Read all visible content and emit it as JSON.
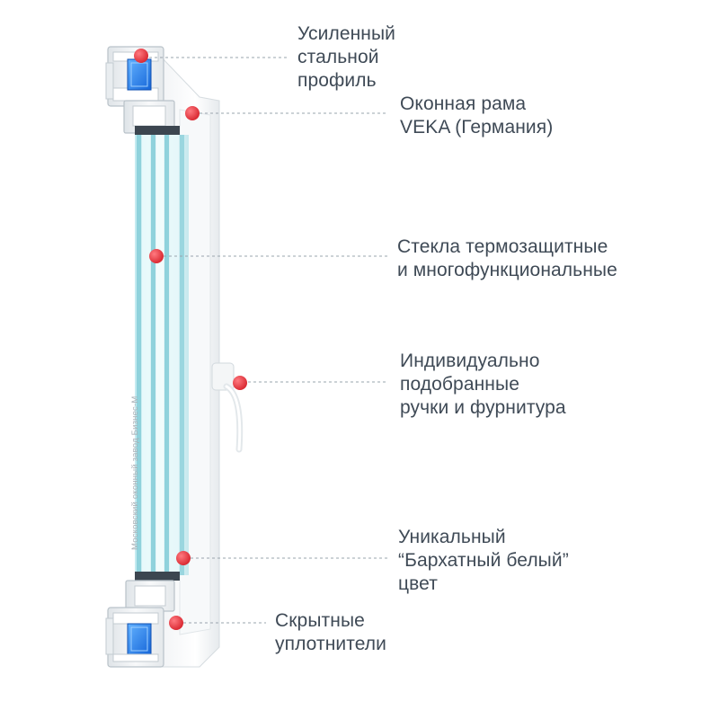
{
  "callouts": [
    {
      "id": "steel",
      "lines": [
        "Усиленный",
        "стальной",
        "профиль"
      ]
    },
    {
      "id": "frame",
      "lines": [
        "Оконная рама",
        "VEKA (Германия)"
      ]
    },
    {
      "id": "glass",
      "lines": [
        "Стекла термозащитные",
        "и многофункциональные"
      ]
    },
    {
      "id": "handle",
      "lines": [
        "Индивидуально",
        "подобранные",
        "ручки и фурнитура"
      ]
    },
    {
      "id": "color",
      "lines": [
        "Уникальный",
        "“Бархатный белый”",
        "цвет"
      ]
    },
    {
      "id": "seals",
      "lines": [
        "Скрытные",
        "уплотнители"
      ]
    }
  ],
  "watermark": "Московский оконный завод Бизнес-М",
  "colors": {
    "marker": "#e53b43",
    "leader": "#9aa4ad",
    "text": "#3f4a56",
    "glass": "#c8edf2",
    "profile": "#eef1f3",
    "steel": "#1f7fe6"
  }
}
